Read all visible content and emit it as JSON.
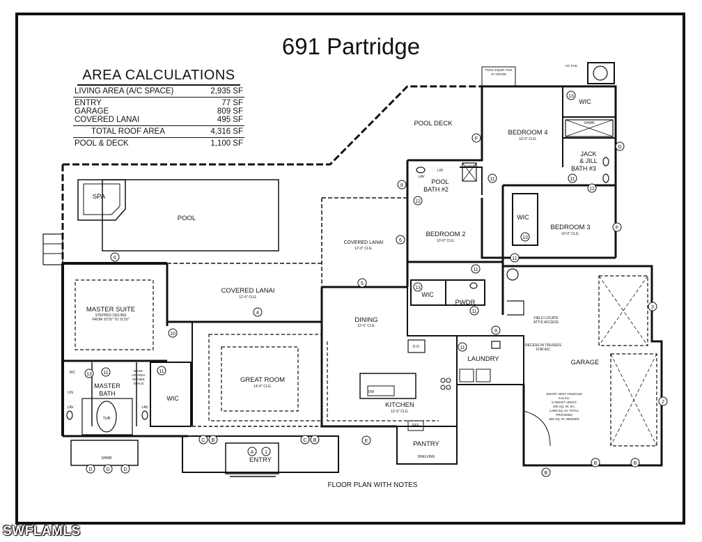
{
  "title": "691 Partridge",
  "area_calculations": {
    "heading": "AREA CALCULATIONS",
    "rows": [
      {
        "label": "LIVING AREA (A/C SPACE)",
        "value": "2,935 SF"
      },
      {
        "label": "ENTRY",
        "value": "77 SF"
      },
      {
        "label": "GARAGE",
        "value": "809 SF"
      },
      {
        "label": "COVERED LANAI",
        "value": "495 SF"
      },
      {
        "label": "TOTAL ROOF AREA",
        "value": "4,316 SF"
      },
      {
        "label": "POOL & DECK",
        "value": "1,100 SF"
      }
    ]
  },
  "rooms": {
    "pool_deck": "POOL DECK",
    "spa": "SPA",
    "pool": "POOL",
    "bedroom4": "BEDROOM 4",
    "bedroom4_clg": "10'-0\" CLG.",
    "wic_b4": "WIC",
    "shwr_b4": "SHWR",
    "jack_jill_1": "JACK",
    "jack_jill_2": "& JILL",
    "jack_jill_3": "BATH #3",
    "pool_bath_1": "POOL",
    "pool_bath_2": "BATH #2",
    "covered_lanai_right": "COVERED LANAI",
    "covered_lanai_right_clg": "12'-0\" CLG.",
    "bedroom2": "BEDROOM 2",
    "bedroom2_clg": "10'-0\" CLG.",
    "wic_b3": "WIC",
    "bedroom3": "BEDROOM 3",
    "bedroom3_clg": "10'-0\" CLG.",
    "master_suite": "MASTER SUITE",
    "master_suite_note1": "STEPPED CEILING",
    "master_suite_note2": "FROM 10'10\" TO 11'10\"",
    "covered_lanai": "COVERED LANAI",
    "covered_lanai_clg": "12'-0\" CLG.",
    "dining": "DINING",
    "dining_clg": "12'-0\" CLG.",
    "wic_hall": "WIC",
    "pwdr": "PWDR",
    "great_room": "GREAT ROOM",
    "great_room_clg": "14'-0\" CLG.",
    "laundry": "LAUNDRY",
    "garage": "GARAGE",
    "kitchen": "KITCHEN",
    "kitchen_clg": "12'-0\" CLG.",
    "master_bath_1": "MASTER",
    "master_bath_2": "BATH",
    "tub": "TUB",
    "wic_master": "WIC",
    "pantry": "PANTRY",
    "shelving": "SHELVING",
    "entry": "ENTRY",
    "lin": "LIN",
    "lav": "LAV",
    "wc": "WC",
    "ref": "REF",
    "dw": "DW",
    "do": "D.O.",
    "shwr": "SHWR",
    "make_up_1": "MAKE-",
    "make_up_2": "UP AREA",
    "make_up_3": "W/KNEE",
    "make_up_4": "SPACE",
    "pool_equip_1": "POOL EQUIP. PAD",
    "pool_equip_2": "AT GRADE",
    "ac_pad": "A/C PAD",
    "field_locate_1": "FIELD LOCATE",
    "field_locate_2": "ATTIC ACCESS",
    "recess_1": "RECESS IN TRUSSES",
    "recess_2": "FOR A/C",
    "smart_vent_1": "SMART VENT #1540-510",
    "smart_vent_2": "CALCS:",
    "smart_vent_3": "5 SMART VENTS",
    "smart_vent_4": "200 SQ. IN. EA.",
    "smart_vent_5": "1,000 SQ. IN. TOTAL",
    "smart_vent_6": "PROVIDED",
    "smart_vent_7": "806 SQ. IN. NEEDED"
  },
  "callouts": {
    "n6": "6",
    "n4": "4",
    "n5": "5",
    "n8": "8",
    "n9": "9",
    "n10": "10",
    "n11": "11",
    "n12": "12",
    "n13": "13",
    "n1": "1",
    "n2": "2",
    "n3": "3",
    "lF": "F",
    "lG": "G",
    "lB": "B",
    "lC": "C",
    "lD": "D",
    "lE": "E",
    "lA": "A"
  },
  "caption": "FLOOR PLAN WITH NOTES",
  "watermark": "SWFLAMLS"
}
